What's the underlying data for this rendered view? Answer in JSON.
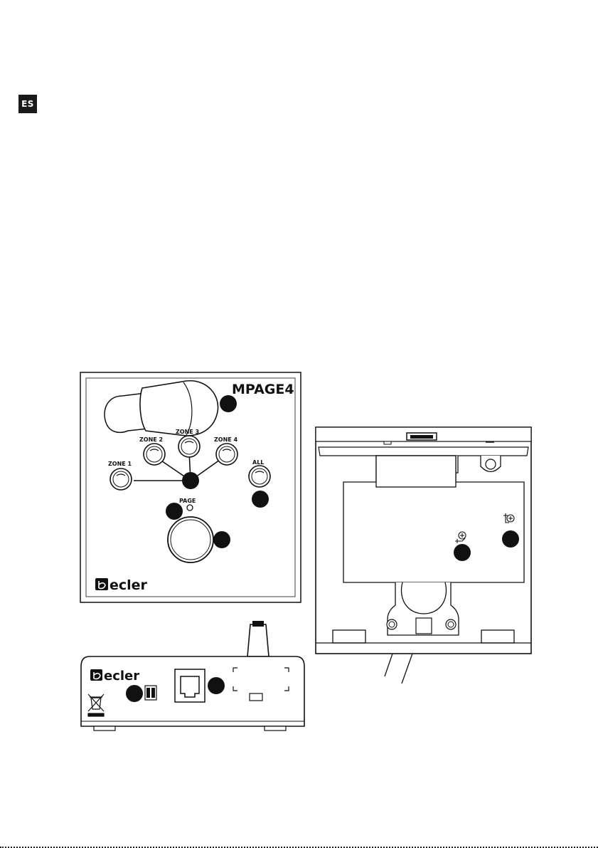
{
  "language_badge": "ES",
  "front_panel": {
    "model": "MPAGE4",
    "zone_labels": [
      "ZONE 1",
      "ZONE 2",
      "ZONE 3",
      "ZONE 4"
    ],
    "all_label": "ALL",
    "page_label": "PAGE",
    "brand": "ecler"
  },
  "rear_panel": {
    "brand": "ecler"
  }
}
